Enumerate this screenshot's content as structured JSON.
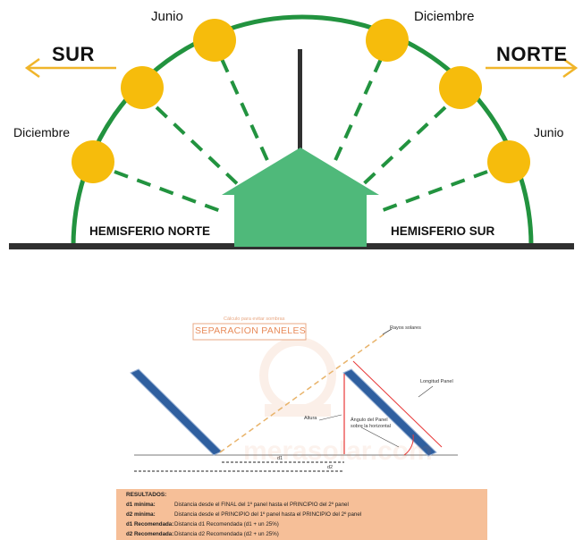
{
  "top_diagram": {
    "left_direction": "SUR",
    "right_direction": "NORTE",
    "left_labels": {
      "top_sun": "Junio",
      "bottom_sun": "Diciembre"
    },
    "right_labels": {
      "top_sun": "Diciembre",
      "bottom_sun": "Junio"
    },
    "hemisphere_left": "HEMISFERIO NORTE",
    "hemisphere_right": "HEMISFERIO SUR",
    "colors": {
      "arc": "#22933f",
      "sun": "#f6bc0c",
      "house": "#4fb97a",
      "arrow": "#f0b52a",
      "ground": "#303030"
    }
  },
  "bottom_diagram": {
    "caption": "Cálculo para evitar sombras",
    "title": "SEPARACION PANELES",
    "ray_label": "Rayos solares",
    "panel_length_label": "Longitud Panel",
    "height_label": "Altura",
    "angle_label_line1": "Ángulo del Panel",
    "angle_label_line2": "sobre la horizontal",
    "d1_label": "d1",
    "d2_label": "d2",
    "watermark": "merasolar.com"
  },
  "results": {
    "title": "RESULTADOS:",
    "rows": [
      {
        "key": "d1 mínima:",
        "text": "Distancia desde el FINAL del 1º panel hasta el PRINCIPIO del 2º panel"
      },
      {
        "key": "d2 mínima:",
        "text": "Distancia desde el PRINCIPIO del 1º panel hasta el PRINCIPIO del 2º panel"
      },
      {
        "key": "d1 Recomendada:",
        "text": "Distancia d1 Recomendada (d1 + un 25%)"
      },
      {
        "key": "d2 Recomendada:",
        "text": "Distancia d2 Recomendada (d2 + un 25%)"
      }
    ]
  }
}
